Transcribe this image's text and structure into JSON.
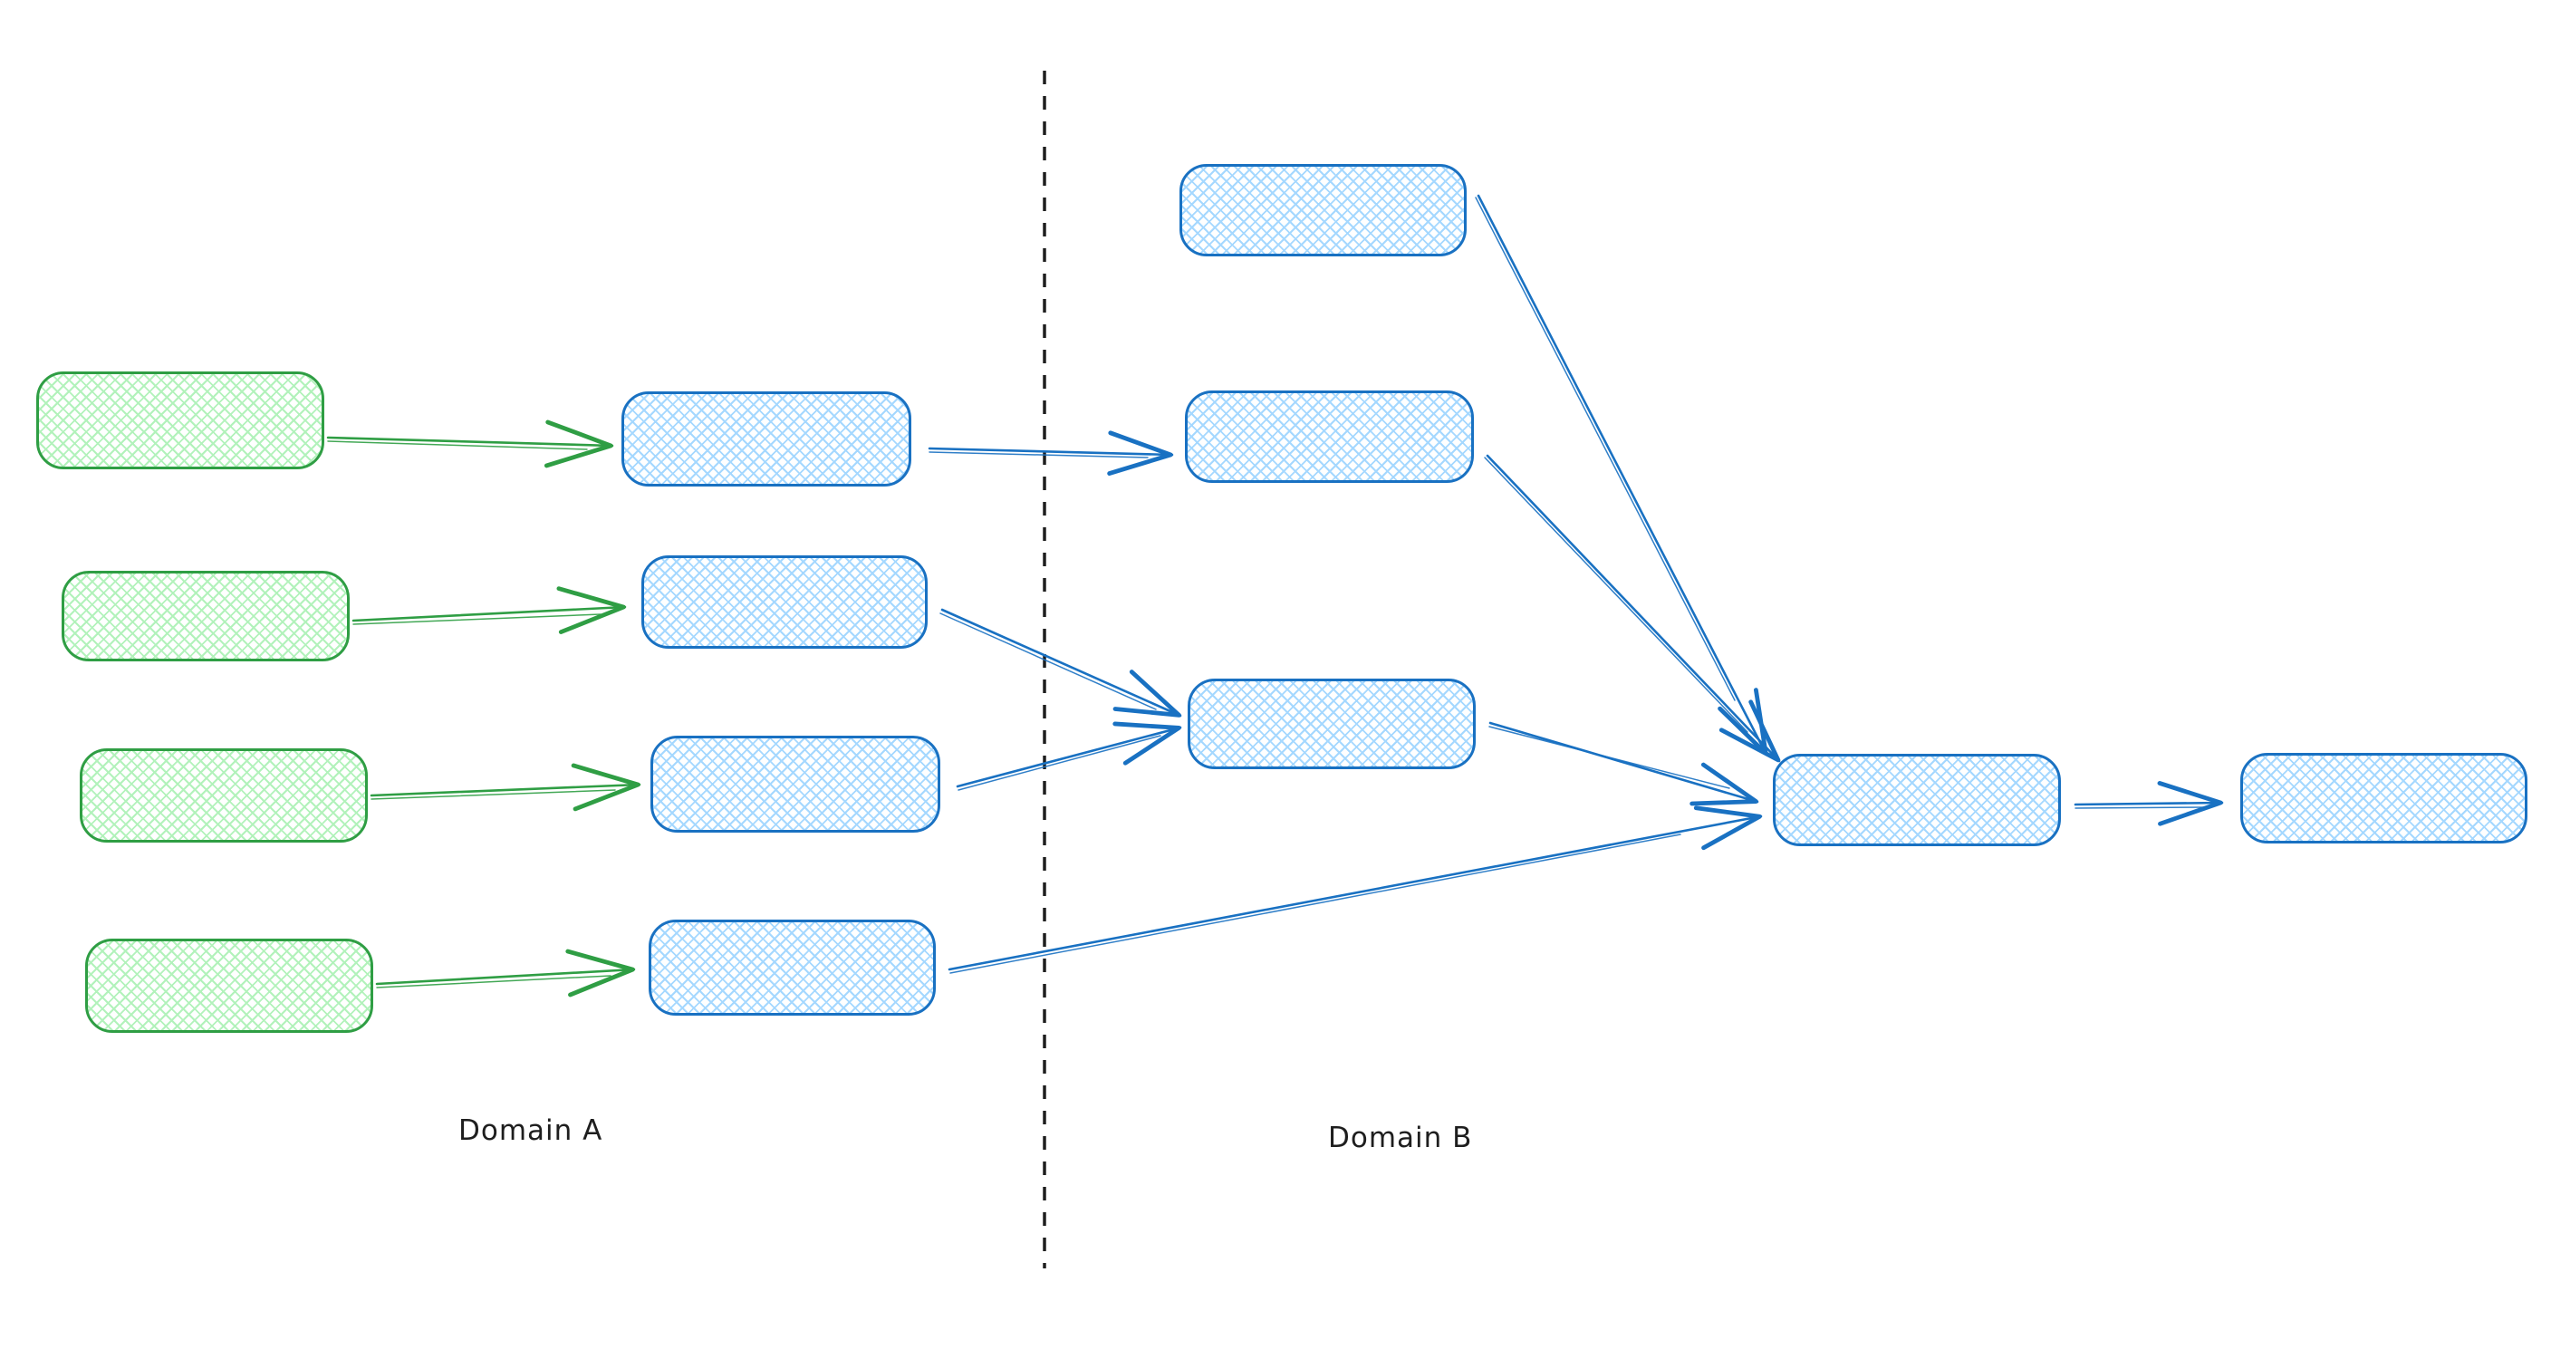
{
  "diagram": {
    "title": "",
    "labels": {
      "domain_a": "Domain A",
      "domain_b": "Domain B"
    },
    "colors": {
      "green_stroke": "#2f9e44",
      "green_fill": "#b2f2bb",
      "blue_stroke": "#1971c2",
      "blue_fill": "#a5d8ff",
      "divider": "#1e1e1e",
      "label_text": "#1e1e1e",
      "background": "#ffffff"
    },
    "regions": [
      {
        "id": "domain-a",
        "label": "Domain A",
        "side": "left-of-divider"
      },
      {
        "id": "domain-b",
        "label": "Domain B",
        "side": "right-of-divider"
      }
    ],
    "nodes": [
      {
        "id": "green-1",
        "style": "green-crosshatch",
        "region": "domain-a",
        "text": ""
      },
      {
        "id": "green-2",
        "style": "green-crosshatch",
        "region": "domain-a",
        "text": ""
      },
      {
        "id": "green-3",
        "style": "green-crosshatch",
        "region": "domain-a",
        "text": ""
      },
      {
        "id": "green-4",
        "style": "green-crosshatch",
        "region": "domain-a",
        "text": ""
      },
      {
        "id": "blue-a1",
        "style": "blue-crosshatch",
        "region": "domain-a",
        "text": ""
      },
      {
        "id": "blue-a2",
        "style": "blue-crosshatch",
        "region": "domain-a",
        "text": ""
      },
      {
        "id": "blue-a3",
        "style": "blue-crosshatch",
        "region": "domain-a",
        "text": ""
      },
      {
        "id": "blue-a4",
        "style": "blue-crosshatch",
        "region": "domain-a",
        "text": ""
      },
      {
        "id": "blue-b-top",
        "style": "blue-crosshatch",
        "region": "domain-b",
        "text": ""
      },
      {
        "id": "blue-b-mid",
        "style": "blue-crosshatch",
        "region": "domain-b",
        "text": ""
      },
      {
        "id": "blue-b-low",
        "style": "blue-crosshatch",
        "region": "domain-b",
        "text": ""
      },
      {
        "id": "blue-converge",
        "style": "blue-crosshatch",
        "region": "domain-b",
        "text": ""
      },
      {
        "id": "blue-final",
        "style": "blue-crosshatch",
        "region": "domain-b",
        "text": ""
      }
    ],
    "edges": [
      {
        "from": "green-1",
        "to": "blue-a1",
        "color": "green"
      },
      {
        "from": "green-2",
        "to": "blue-a2",
        "color": "green"
      },
      {
        "from": "green-3",
        "to": "blue-a3",
        "color": "green"
      },
      {
        "from": "green-4",
        "to": "blue-a4",
        "color": "green"
      },
      {
        "from": "blue-a1",
        "to": "blue-b-mid",
        "color": "blue"
      },
      {
        "from": "blue-a2",
        "to": "blue-b-low",
        "color": "blue"
      },
      {
        "from": "blue-a3",
        "to": "blue-b-low",
        "color": "blue"
      },
      {
        "from": "blue-a4",
        "to": "blue-converge",
        "color": "blue"
      },
      {
        "from": "blue-b-top",
        "to": "blue-converge",
        "color": "blue"
      },
      {
        "from": "blue-b-mid",
        "to": "blue-converge",
        "color": "blue"
      },
      {
        "from": "blue-b-low",
        "to": "blue-converge",
        "color": "blue"
      },
      {
        "from": "blue-converge",
        "to": "blue-final",
        "color": "blue"
      }
    ],
    "divider": {
      "style": "dashed-vertical"
    }
  }
}
